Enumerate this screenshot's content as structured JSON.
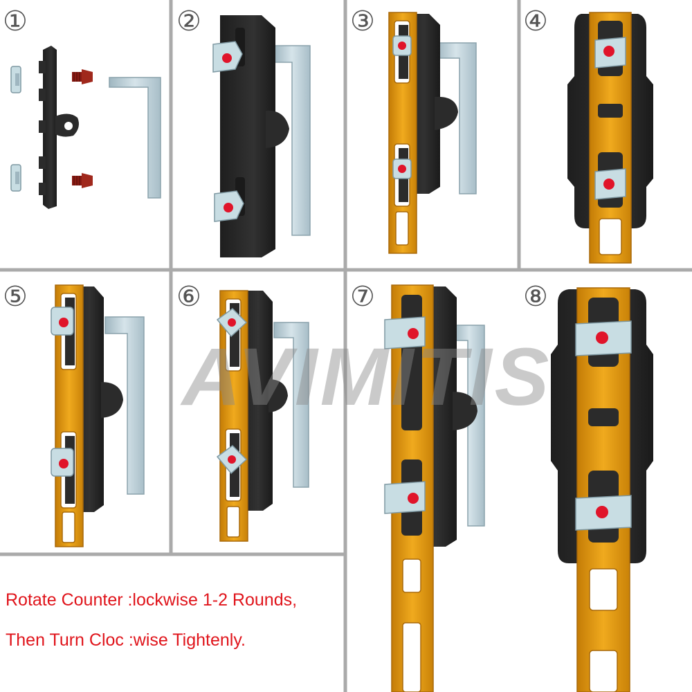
{
  "panels": [
    {
      "number": "①",
      "step": 1
    },
    {
      "number": "②",
      "step": 2
    },
    {
      "number": "③",
      "step": 3
    },
    {
      "number": "④",
      "step": 4
    },
    {
      "number": "⑤",
      "step": 5
    },
    {
      "number": "⑥",
      "step": 6
    },
    {
      "number": "⑦",
      "step": 7
    },
    {
      "number": "⑧",
      "step": 8
    }
  ],
  "watermark": "AVIMITIS",
  "instructions": {
    "line1": "Rotate Counter :lockwise 1-2 Rounds,",
    "line2": "Then Turn Cloc :wise Tightenly."
  },
  "colors": {
    "grid": "#aaaaaa",
    "mount_body": "#2b2b2b",
    "rail_gold": "#e39b12",
    "nut": "#c8dde3",
    "screw_red": "#e0142a",
    "hex_key": "#b9cdd6",
    "instruction_text": "#e0141b"
  }
}
